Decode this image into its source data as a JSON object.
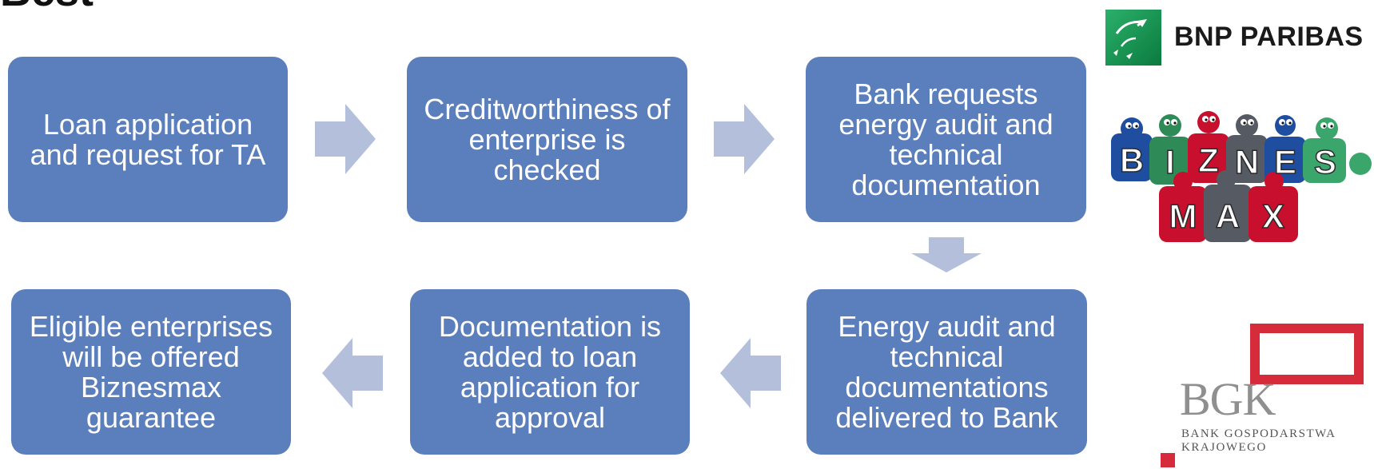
{
  "title": "Best",
  "steps": {
    "s1": "Loan application\nand request for TA",
    "s2": "Creditworthiness of\nenterprise is\nchecked",
    "s3": "Bank requests\nenergy audit and\ntechnical\ndocumentation",
    "s4": "Energy audit and\ntechnical\ndocumentations\ndelivered to Bank",
    "s5": "Documentation is\nadded to loan\napplication for\napproval",
    "s6": "Eligible enterprises\nwill  be offered\nBiznesmax\nguarantee"
  },
  "logos": {
    "bnp": "BNP PARIBAS",
    "biznesmax_top": [
      "B",
      "I",
      "Z",
      "N",
      "E",
      "S"
    ],
    "biznesmax_bottom": [
      "M",
      "A",
      "X"
    ],
    "bgk_mark": "BGK",
    "bgk_sub": "BANK GOSPODARSTWA\nKRAJOWEGO"
  },
  "colors": {
    "box": "#5b7fbd",
    "arrow": "#b3bfdb",
    "bnp_green": "#1e9e55",
    "bgk_red": "#d52b3a"
  }
}
